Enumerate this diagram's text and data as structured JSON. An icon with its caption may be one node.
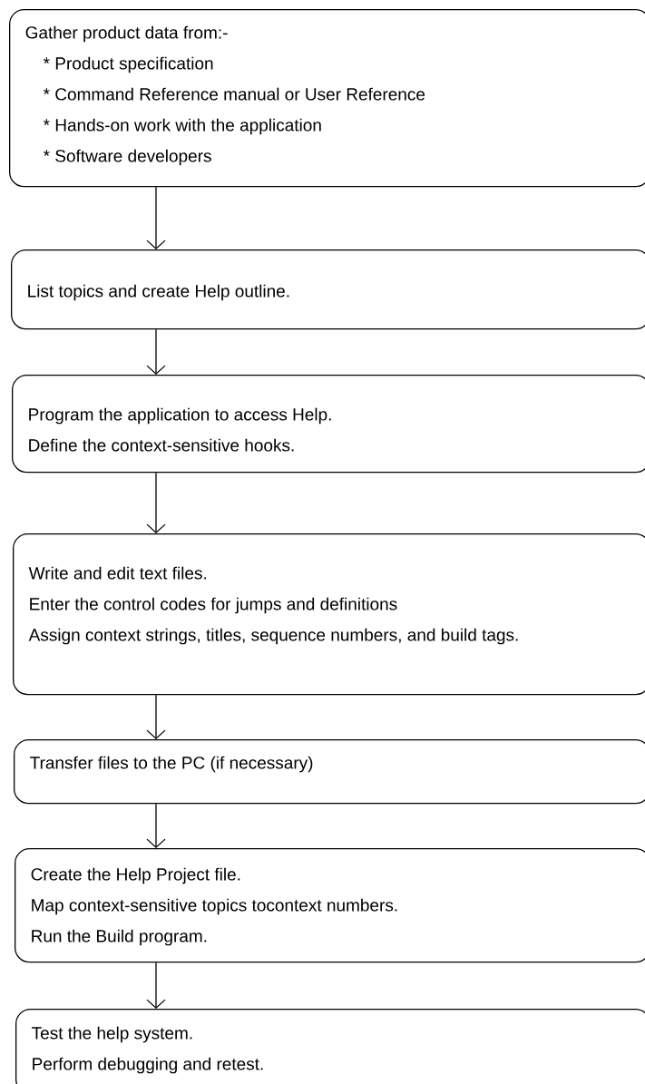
{
  "diagram": {
    "nodes": [
      {
        "text": [
          "Gather product data from:-",
          "* Product specification",
          "* Command Reference manual or User Reference",
          "* Hands-on work with the application",
          "* Software developers"
        ]
      },
      {
        "text": [
          "List topics and create Help outline."
        ]
      },
      {
        "text": [
          "Program the application to access Help.",
          "Define the context-sensitive hooks."
        ]
      },
      {
        "text": [
          "Write and edit text files.",
          "Enter the control codes for jumps and definitions",
          "Assign context strings, titles, sequence numbers, and build tags."
        ]
      },
      {
        "text": [
          "Transfer files to the PC (if necessary)"
        ]
      },
      {
        "text": [
          "Create the Help Project file.",
          "Map context-sensitive topics tocontext numbers.",
          "Run the Build program."
        ]
      },
      {
        "text": [
          "Test the help system.",
          "Perform debugging and retest."
        ]
      }
    ],
    "edges": [
      {
        "from": 0,
        "to": 1,
        "arrow": "to"
      },
      {
        "from": 1,
        "to": 2,
        "arrow": "to"
      },
      {
        "from": 2,
        "to": 3,
        "arrow": "to"
      },
      {
        "from": 3,
        "to": 4,
        "arrow": "to"
      },
      {
        "from": 4,
        "to": 5,
        "arrow": "to"
      },
      {
        "from": 5,
        "to": 6,
        "arrow": "to"
      }
    ]
  }
}
